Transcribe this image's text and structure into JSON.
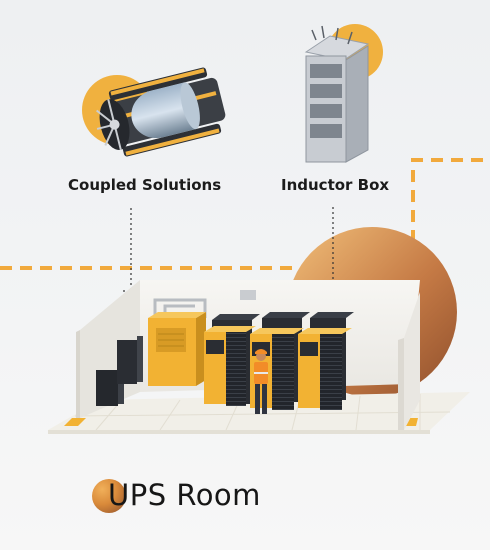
{
  "labels": {
    "coupled": "Coupled Solutions",
    "inductor": "Inductor Box",
    "room": "UPS Room"
  },
  "colors": {
    "accent_orange": "#f0b13f",
    "dash_orange": "#f1a93c",
    "brown_gradient_dark": "#8f4f2c",
    "cabinet_dark": "#2a2d33",
    "cabinet_yellow": "#f2b233",
    "floor": "#f1efe8"
  },
  "icons": {
    "coupled": "coupled-inductor-icon",
    "inductor": "inductor-box-cabinet-icon",
    "room": "ups-room-illustration"
  }
}
